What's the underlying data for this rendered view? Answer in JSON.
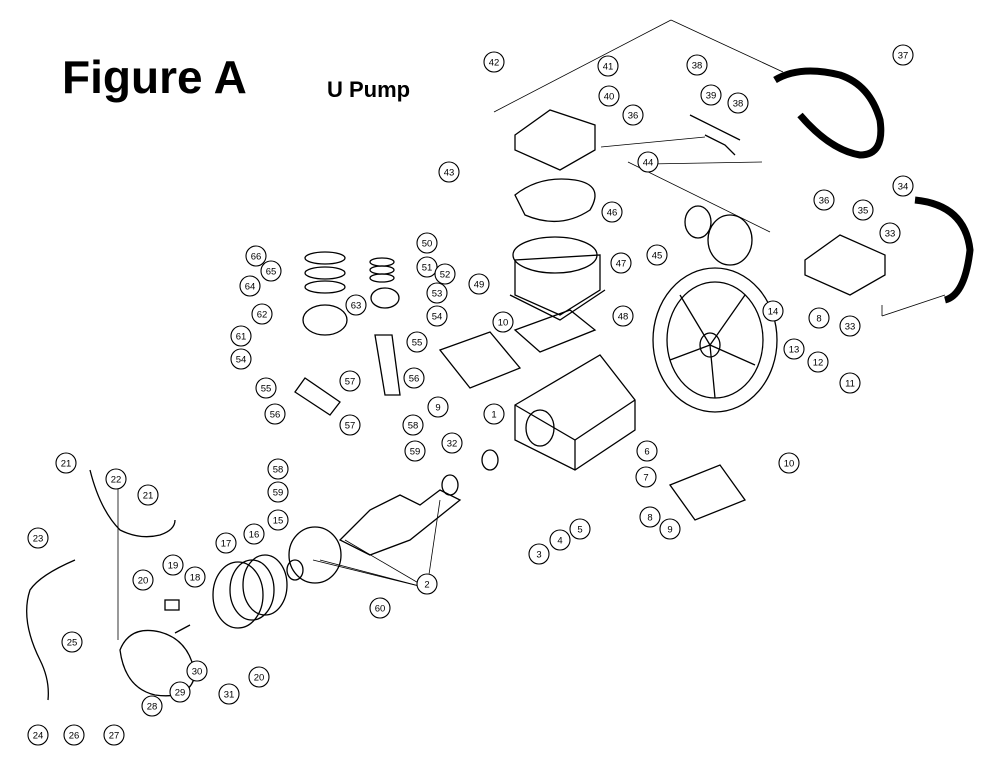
{
  "title": "Figure A",
  "subtitle": "U Pump",
  "callouts": [
    {
      "label": "1"
    },
    {
      "label": "2"
    },
    {
      "label": "3"
    },
    {
      "label": "4"
    },
    {
      "label": "5"
    },
    {
      "label": "6"
    },
    {
      "label": "7"
    },
    {
      "label": "8"
    },
    {
      "label": "8"
    },
    {
      "label": "9"
    },
    {
      "label": "9"
    },
    {
      "label": "10"
    },
    {
      "label": "10"
    },
    {
      "label": "11"
    },
    {
      "label": "12"
    },
    {
      "label": "13"
    },
    {
      "label": "14"
    },
    {
      "label": "15"
    },
    {
      "label": "16"
    },
    {
      "label": "17"
    },
    {
      "label": "18"
    },
    {
      "label": "19"
    },
    {
      "label": "20"
    },
    {
      "label": "20"
    },
    {
      "label": "21"
    },
    {
      "label": "21"
    },
    {
      "label": "22"
    },
    {
      "label": "23"
    },
    {
      "label": "24"
    },
    {
      "label": "25"
    },
    {
      "label": "26"
    },
    {
      "label": "27"
    },
    {
      "label": "28"
    },
    {
      "label": "29"
    },
    {
      "label": "30"
    },
    {
      "label": "31"
    },
    {
      "label": "32"
    },
    {
      "label": "33"
    },
    {
      "label": "33"
    },
    {
      "label": "34"
    },
    {
      "label": "35"
    },
    {
      "label": "36"
    },
    {
      "label": "36"
    },
    {
      "label": "37"
    },
    {
      "label": "38"
    },
    {
      "label": "38"
    },
    {
      "label": "39"
    },
    {
      "label": "40"
    },
    {
      "label": "41"
    },
    {
      "label": "42"
    },
    {
      "label": "43"
    },
    {
      "label": "44"
    },
    {
      "label": "45"
    },
    {
      "label": "46"
    },
    {
      "label": "47"
    },
    {
      "label": "48"
    },
    {
      "label": "49"
    },
    {
      "label": "50"
    },
    {
      "label": "51"
    },
    {
      "label": "52"
    },
    {
      "label": "53"
    },
    {
      "label": "54"
    },
    {
      "label": "54"
    },
    {
      "label": "55"
    },
    {
      "label": "55"
    },
    {
      "label": "56"
    },
    {
      "label": "56"
    },
    {
      "label": "57"
    },
    {
      "label": "57"
    },
    {
      "label": "58"
    },
    {
      "label": "58"
    },
    {
      "label": "59"
    },
    {
      "label": "59"
    },
    {
      "label": "60"
    },
    {
      "label": "61"
    },
    {
      "label": "62"
    },
    {
      "label": "63"
    },
    {
      "label": "64"
    },
    {
      "label": "65"
    },
    {
      "label": "66"
    }
  ]
}
